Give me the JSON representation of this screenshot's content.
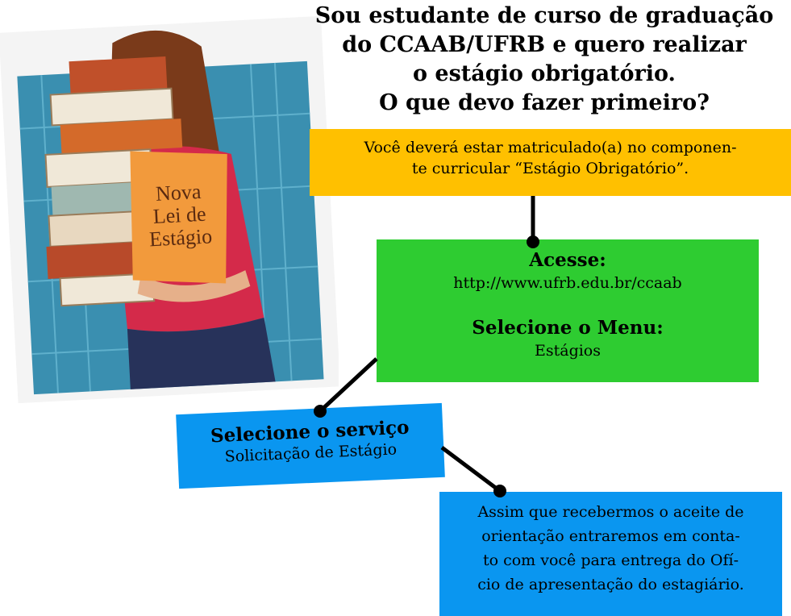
{
  "heading": {
    "lines": [
      "Sou estudante de curso de graduação",
      "do CCAAB/UFRB e quero realizar",
      "o estágio obrigatório.",
      "O que devo fazer primeiro?"
    ]
  },
  "poster": {
    "book_label": [
      "Nova",
      "Lei de",
      "Estágio"
    ],
    "colors": {
      "background": "#3a8fb0",
      "book_cover": "#f29a3c",
      "shirt": "#d42a4a",
      "hair": "#7a3a1a"
    }
  },
  "steps": {
    "step1": {
      "lines": [
        "Você deverá estar matriculado(a) no componen-",
        "te curricular “Estágio Obrigatório”."
      ],
      "color": "#ffc000"
    },
    "step2": {
      "title1": "Acesse:",
      "url": "http://www.ufrb.edu.br/ccaab",
      "title2": "Selecione o Menu:",
      "menu": "Estágios",
      "color": "#2ecc31"
    },
    "step3": {
      "title": "Selecione o serviço",
      "service": "Solicitação de Estágio",
      "color": "#0a96f0"
    },
    "step4": {
      "lines": [
        "Assim que recebermos o aceite de",
        "orientação entraremos em conta-",
        "to com você para entrega do Ofí-",
        "cio de apresentação do estagiário."
      ],
      "color": "#0a96f0"
    }
  }
}
